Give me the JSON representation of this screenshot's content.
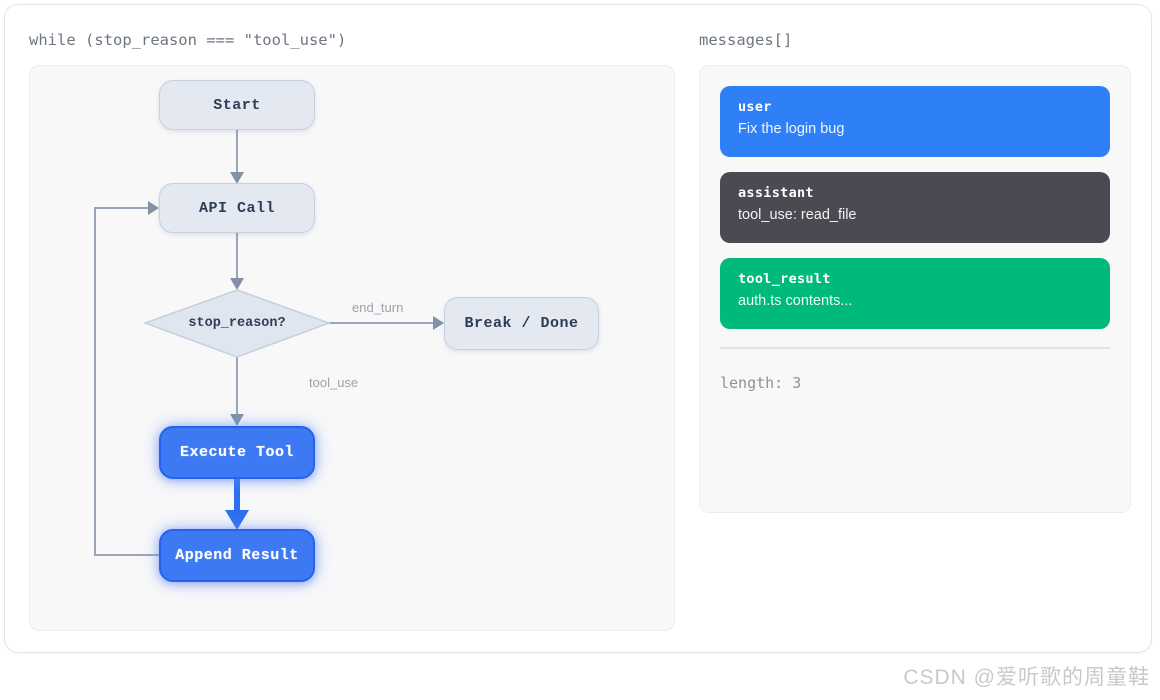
{
  "header": {
    "loop_title": "while (stop_reason === \"tool_use\")",
    "messages_title": "messages[]"
  },
  "flowchart": {
    "nodes": [
      {
        "id": "start",
        "label": "Start",
        "type": "default"
      },
      {
        "id": "api-call",
        "label": "API Call",
        "type": "default"
      },
      {
        "id": "stop-reason",
        "label": "stop_reason?",
        "type": "decision"
      },
      {
        "id": "break-done",
        "label": "Break / Done",
        "type": "default"
      },
      {
        "id": "execute-tool",
        "label": "Execute Tool",
        "type": "active"
      },
      {
        "id": "append-result",
        "label": "Append Result",
        "type": "active"
      }
    ],
    "edge_labels": {
      "end_turn": "end_turn",
      "tool_use": "tool_use"
    },
    "colors": {
      "node_fill": "#e3e8f1",
      "node_border": "#c7d0df",
      "active_node_fill": "#3c79f3",
      "active_node_border": "#2563eb",
      "arrow_gray": "#9aa6b7",
      "arrowhead_gray": "#8292a6",
      "arrow_blue": "#2e6ff0"
    }
  },
  "messages": {
    "items": [
      {
        "role": "user",
        "body": "Fix the login bug",
        "color": "#2f80f7"
      },
      {
        "role": "assistant",
        "body": "tool_use: read_file",
        "color": "#4a4a52"
      },
      {
        "role": "tool_result",
        "body": "auth.ts contents...",
        "color": "#00b97c"
      }
    ],
    "length_label": "length: 3"
  },
  "watermark": "CSDN @爱听歌的周童鞋"
}
